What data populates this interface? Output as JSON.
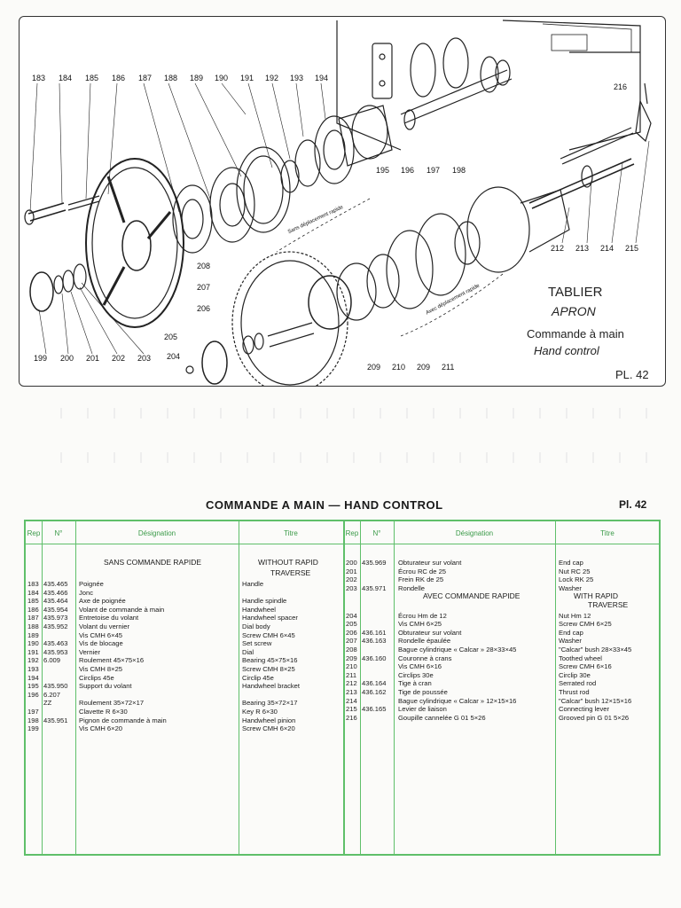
{
  "diagram": {
    "title_fr": "TABLIER",
    "title_en": "APRON",
    "subtitle_fr": "Commande à main",
    "subtitle_en": "Hand control",
    "plate": "PL. 42",
    "note_1": "Sans déplacement rapide",
    "note_2": "Avec déplacement rapide",
    "callouts": [
      "183",
      "184",
      "185",
      "186",
      "187",
      "188",
      "189",
      "190",
      "191",
      "192",
      "193",
      "194",
      "195",
      "196",
      "197",
      "198",
      "216",
      "212",
      "213",
      "214",
      "215",
      "208",
      "207",
      "206",
      "205",
      "204",
      "199",
      "200",
      "201",
      "202",
      "203",
      "209",
      "210",
      "209",
      "211"
    ]
  },
  "heading": {
    "title": "COMMANDE A MAIN — HAND CONTROL",
    "plate": "Pl. 42"
  },
  "table": {
    "headers": {
      "rep": "Rep",
      "no": "N°",
      "designation": "Désignation",
      "titre": "Titre"
    },
    "left": {
      "section_fr": "SANS COMMANDE RAPIDE",
      "section_en_1": "WITHOUT RAPID",
      "section_en_2": "TRAVERSE",
      "rows": [
        {
          "rep": "183",
          "no": "435.465",
          "des": "Poignée",
          "tit": "Handle"
        },
        {
          "rep": "184",
          "no": "435.466",
          "des": "Jonc",
          "tit": ""
        },
        {
          "rep": "185",
          "no": "435.464",
          "des": "Axe de poignée",
          "tit": "Handle spindle"
        },
        {
          "rep": "186",
          "no": "435.954",
          "des": "Volant de commande à main",
          "tit": "Handwheel"
        },
        {
          "rep": "187",
          "no": "435.973",
          "des": "Entretoise du volant",
          "tit": "Handwheel spacer"
        },
        {
          "rep": "188",
          "no": "435.952",
          "des": "Volant du vernier",
          "tit": "Dial body"
        },
        {
          "rep": "189",
          "no": "",
          "des": "Vis CMH 6×45",
          "tit": "Screw CMH 6×45"
        },
        {
          "rep": "190",
          "no": "435.463",
          "des": "Vis de blocage",
          "tit": "Set screw"
        },
        {
          "rep": "191",
          "no": "435.953",
          "des": "Vernier",
          "tit": "Dial"
        },
        {
          "rep": "192",
          "no": "6.009",
          "des": "Roulement 45×75×16",
          "tit": "Bearing 45×75×16"
        },
        {
          "rep": "193",
          "no": "",
          "des": "Vis CMH 8×25",
          "tit": "Screw CMH 8×25"
        },
        {
          "rep": "194",
          "no": "",
          "des": "Circlips 45e",
          "tit": "Circlip 45e"
        },
        {
          "rep": "195",
          "no": "435.950",
          "des": "Support du volant",
          "tit": "Handwheel bracket"
        },
        {
          "rep": "196",
          "no": "6.207",
          "des": "",
          "tit": ""
        },
        {
          "rep": "",
          "no": "ZZ",
          "des": "Roulement 35×72×17",
          "tit": "Bearing 35×72×17"
        },
        {
          "rep": "197",
          "no": "",
          "des": "Clavette R 6×30",
          "tit": "Key R 6×30"
        },
        {
          "rep": "198",
          "no": "435.951",
          "des": "Pignon de commande à main",
          "tit": "Handwheel pinion"
        },
        {
          "rep": "199",
          "no": "",
          "des": "Vis CMH 6×20",
          "tit": "Screw CMH 6×20"
        }
      ]
    },
    "right": {
      "section_fr": "AVEC COMMANDE RAPIDE",
      "section_en_1": "WITH RAPID",
      "section_en_2": "TRAVERSE",
      "rows_top": [
        {
          "rep": "200",
          "no": "435.969",
          "des": "Obturateur sur volant",
          "tit": "End cap"
        },
        {
          "rep": "201",
          "no": "",
          "des": "Écrou RC de 25",
          "tit": "Nut RC 25"
        },
        {
          "rep": "202",
          "no": "",
          "des": "Frein RK de 25",
          "tit": "Lock RK 25"
        },
        {
          "rep": "203",
          "no": "435.971",
          "des": "Rondelle",
          "tit": "Washer"
        }
      ],
      "rows": [
        {
          "rep": "204",
          "no": "",
          "des": "Écrou Hm de 12",
          "tit": "Nut Hm 12"
        },
        {
          "rep": "205",
          "no": "",
          "des": "Vis CMH 6×25",
          "tit": "Screw CMH 6×25"
        },
        {
          "rep": "206",
          "no": "436.161",
          "des": "Obturateur sur volant",
          "tit": "End cap"
        },
        {
          "rep": "207",
          "no": "436.163",
          "des": "Rondelle épaulée",
          "tit": "Washer"
        },
        {
          "rep": "208",
          "no": "",
          "des": "Bague cylindrique « Calcar » 28×33×45",
          "tit": "\"Calcar\" bush  28×33×45"
        },
        {
          "rep": "209",
          "no": "436.160",
          "des": "Couronne à crans",
          "tit": "Toothed wheel"
        },
        {
          "rep": "210",
          "no": "",
          "des": "Vis CMH 6×16",
          "tit": "Screw CMH 6×16"
        },
        {
          "rep": "211",
          "no": "",
          "des": "Circlips 30e",
          "tit": "Circlip 30e"
        },
        {
          "rep": "212",
          "no": "436.164",
          "des": "Tige à cran",
          "tit": "Serrated rod"
        },
        {
          "rep": "213",
          "no": "436.162",
          "des": "Tige de poussée",
          "tit": "Thrust rod"
        },
        {
          "rep": "214",
          "no": "",
          "des": "Bague cylindrique « Calcar » 12×15×16",
          "tit": "\"Calcar\" bush  12×15×16"
        },
        {
          "rep": "215",
          "no": "436.165",
          "des": "Levier de liaison",
          "tit": "Connecting lever"
        },
        {
          "rep": "216",
          "no": "",
          "des": "Goupille cannelée G 01 5×26",
          "tit": "Grooved pin G 01 5×26"
        }
      ]
    }
  },
  "colors": {
    "table_green": "#5fbf6a",
    "header_green": "#3a9a48",
    "ink": "#1a1a1a"
  }
}
